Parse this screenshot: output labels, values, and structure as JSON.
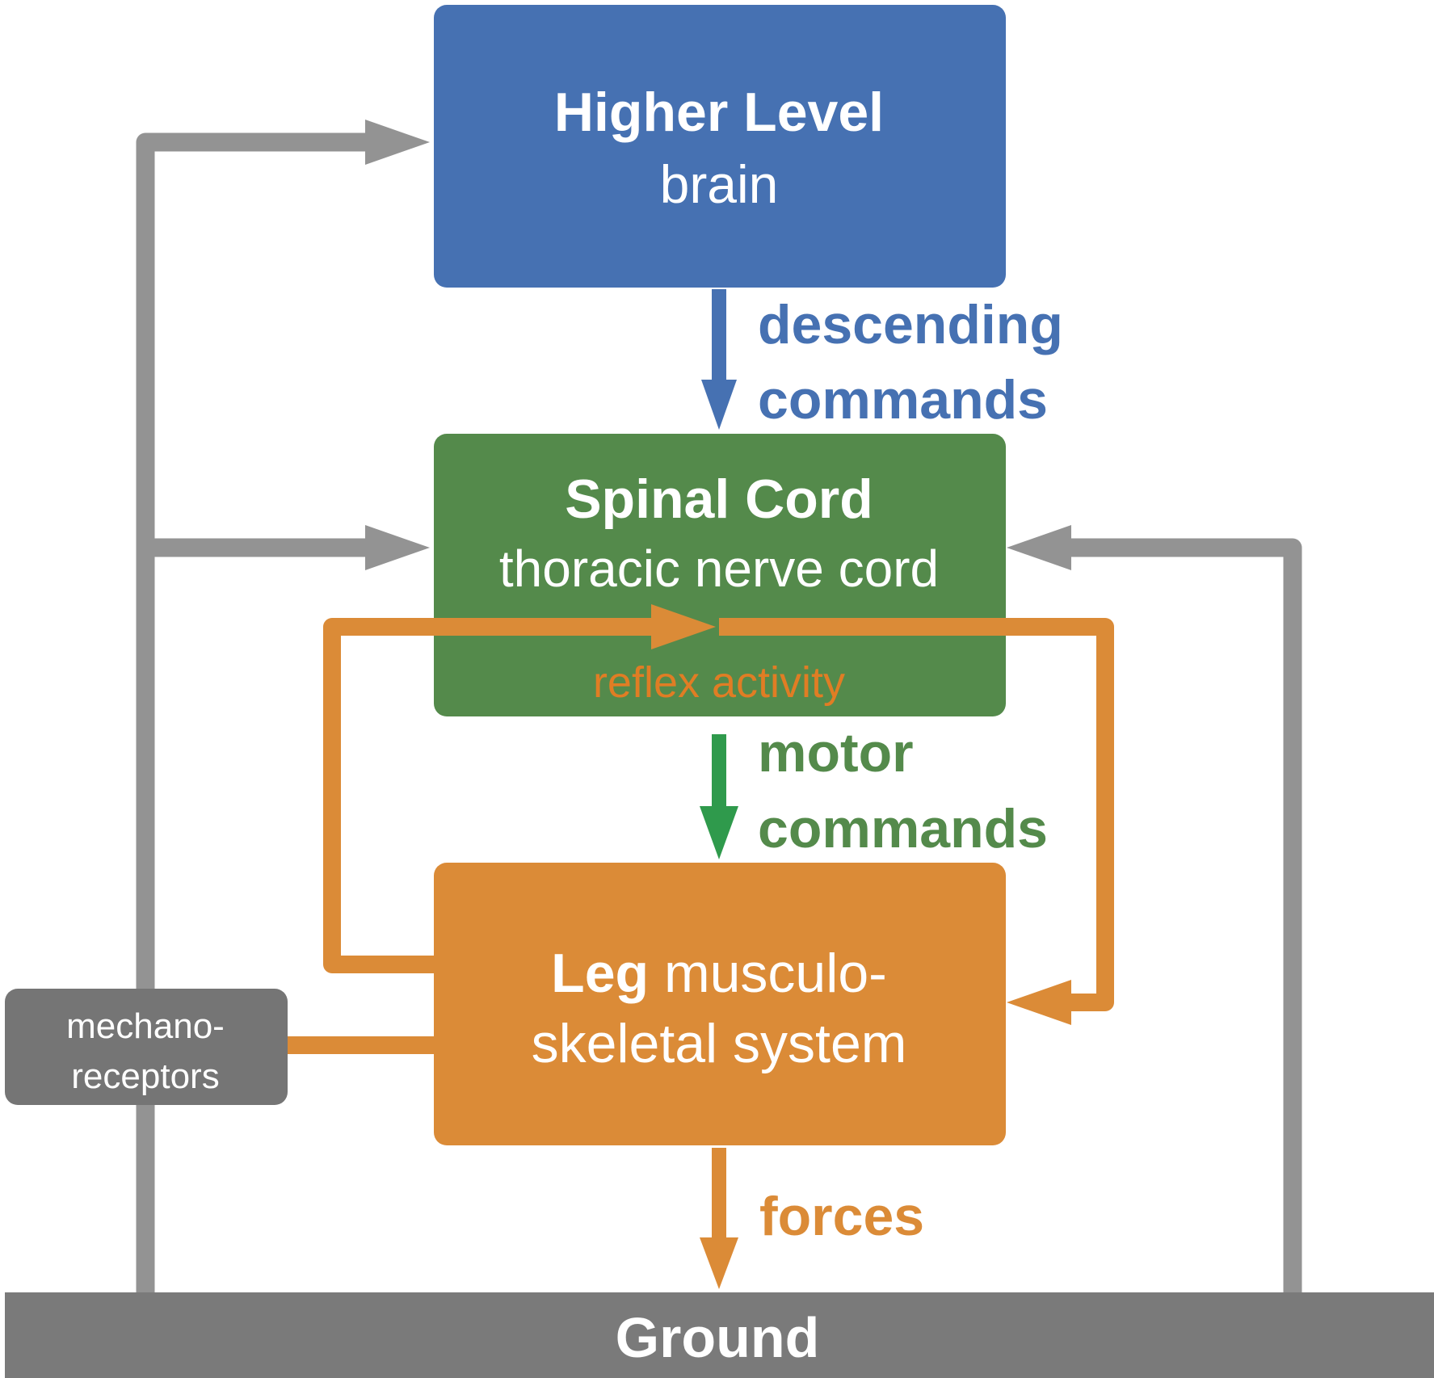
{
  "colors": {
    "brain_box": "#4671b2",
    "spinal_box": "#548a4b",
    "leg_box": "#db8b37",
    "mechano_box": "#757575",
    "ground_bar": "#7a7a7a",
    "feedback_line": "#939393",
    "descending_arrow": "#4671b2",
    "motor_arrow": "#2f9a4c",
    "reflex_line": "#db8b37",
    "reflex_text": "#e07d24",
    "descending_text": "#4671b2",
    "motor_text": "#548a4b",
    "forces_text": "#db8b37",
    "box_text": "#ffffff"
  },
  "boxes": {
    "higher_level": {
      "title": "Higher Level",
      "subtitle": "brain"
    },
    "spinal_cord": {
      "title": "Spinal Cord",
      "subtitle": "thoracic nerve cord",
      "inner_label": "reflex activity"
    },
    "leg": {
      "line1_bold": "Leg",
      "line1_rest": " musculo-",
      "line2": "skeletal system"
    },
    "mechanoreceptors": {
      "line1": "mechano-",
      "line2": "receptors"
    },
    "ground": {
      "label": "Ground"
    }
  },
  "arrow_labels": {
    "descending": {
      "line1": "descending",
      "line2": "commands"
    },
    "motor": {
      "line1": "motor",
      "line2": "commands"
    },
    "forces": {
      "line1": "forces"
    }
  }
}
